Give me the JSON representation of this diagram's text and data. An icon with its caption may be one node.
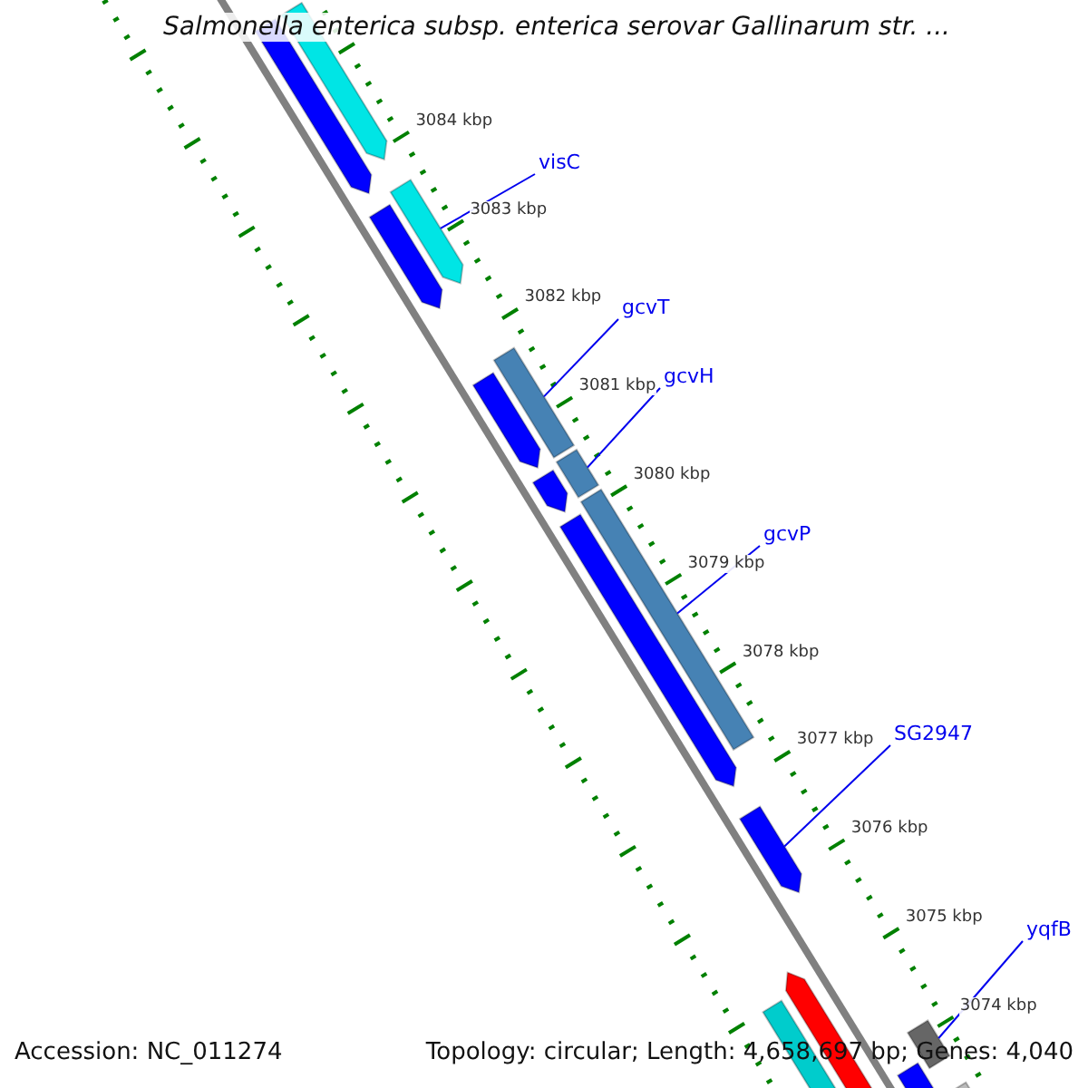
{
  "diagram": {
    "title": "Salmonella enterica subsp. enterica serovar Gallinarum str. ...",
    "nodes": [
      {
        "text": [],
        "shape": "bar"
      },
      {
        "text": [],
        "shape": "bar"
      },
      {
        "text": [
          "visC"
        ]
      },
      {
        "text": [],
        "shape": "bar"
      },
      {
        "text": [],
        "shape": "bar"
      },
      {
        "text": [
          "gcvT"
        ]
      },
      {
        "text": [],
        "shape": "bar"
      },
      {
        "text": [],
        "shape": "bar"
      },
      {
        "text": [
          "gcvH"
        ]
      },
      {
        "text": [],
        "shape": "bar"
      },
      {
        "text": [],
        "shape": "bar"
      },
      {
        "text": [
          "gcvP"
        ]
      },
      {
        "text": [],
        "shape": "bar"
      },
      {
        "text": [],
        "shape": "bar"
      },
      {
        "text": [
          "SG2947"
        ]
      },
      {
        "text": [],
        "shape": "bar"
      },
      {
        "text": [],
        "shape": "bar"
      },
      {
        "text": [],
        "shape": "bar"
      },
      {
        "text": [
          "yqfB"
        ]
      },
      {
        "text": [],
        "shape": "bar"
      },
      {
        "text": [],
        "shape": "bar"
      },
      {
        "text": [],
        "shape": "bar"
      }
    ],
    "edges": [
      {
        "from": 2,
        "to": 3,
        "arrow": "none"
      },
      {
        "from": 5,
        "to": 6,
        "arrow": "none"
      },
      {
        "from": 8,
        "to": 9,
        "arrow": "none"
      },
      {
        "from": 11,
        "to": 12,
        "arrow": "none"
      },
      {
        "from": 14,
        "to": 15,
        "arrow": "none"
      },
      {
        "from": 18,
        "to": 19,
        "arrow": "none"
      }
    ],
    "labels": [
      "3084 kbp",
      "3083 kbp",
      "3082 kbp",
      "3081 kbp",
      "3080 kbp",
      "3079 kbp",
      "3078 kbp",
      "3077 kbp",
      "3076 kbp",
      "3075 kbp",
      "3074 kbp",
      "Accession: NC_011274",
      "Topology: circular; Length: 4,658,697 bp; Genes: 4,040"
    ]
  }
}
